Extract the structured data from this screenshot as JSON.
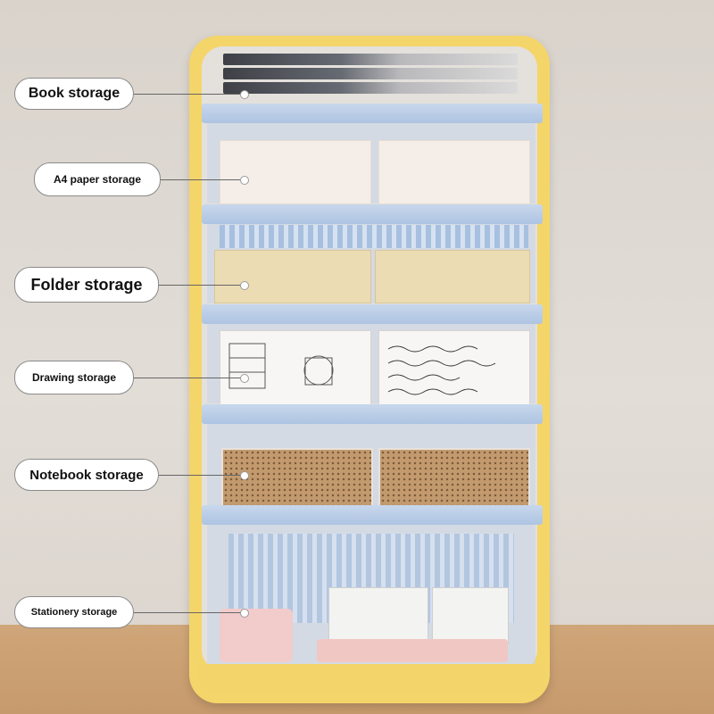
{
  "image": {
    "subject": "bookshelf-organizer",
    "colors": {
      "frame": "#f4d56a",
      "shelves": "#b7cae6",
      "wall": "#ddd7d1",
      "floor": "#c99f72",
      "label_background": "#ffffff",
      "label_text": "#111111"
    }
  },
  "labels": [
    {
      "text": "Book storage"
    },
    {
      "text": "A4 paper storage"
    },
    {
      "text": "Folder storage"
    },
    {
      "text": "Drawing storage"
    },
    {
      "text": "Notebook storage"
    },
    {
      "text": "Stationery storage"
    }
  ]
}
